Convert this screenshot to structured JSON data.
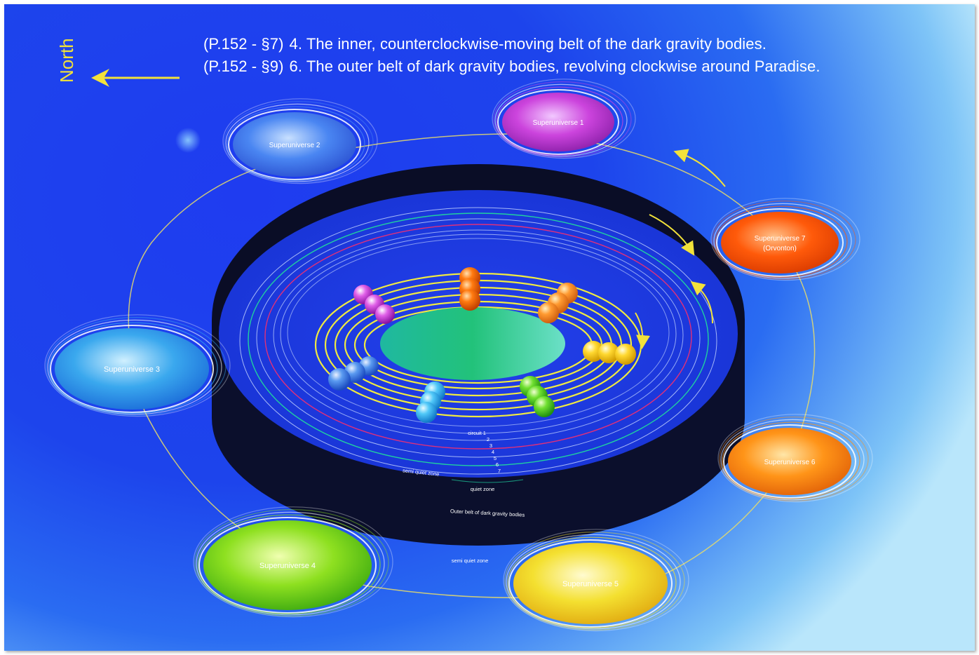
{
  "captions": [
    {
      "ref": "(P.152 - §7)",
      "text": "4. The inner, counterclockwise-moving belt of the dark gravity bodies."
    },
    {
      "ref": "(P.152 - §9)",
      "text": "6. The outer belt of dark gravity bodies, revolving clockwise around Paradise."
    }
  ],
  "compass": {
    "label": "North",
    "icon": "arrow-left-icon",
    "color": "#f2e23a"
  },
  "superuniverses": [
    {
      "label": "Superuniverse 1",
      "color": "#cc44dd"
    },
    {
      "label": "Superuniverse 2",
      "color": "#4a86f2"
    },
    {
      "label": "Superuniverse 3",
      "color": "#3aa8ee"
    },
    {
      "label": "Superuniverse 4",
      "color": "#8ee020"
    },
    {
      "label": "Superuniverse 5",
      "color": "#f4e030"
    },
    {
      "label": "Superuniverse 6",
      "color": "#ff9418"
    },
    {
      "label": "Superuniverse 7",
      "sublabel": "(Orvonton)",
      "color": "#ff5a0a"
    }
  ],
  "zones": {
    "circuit_1": "circuit 1",
    "circuit_numbers": [
      "2",
      "3",
      "4",
      "5",
      "6",
      "7"
    ],
    "semi_quiet_inner": "semi quiet zone",
    "quiet": "quiet zone",
    "outer_belt": "Outer belt of dark gravity bodies",
    "semi_quiet_outer": "semi quiet zone"
  },
  "colors": {
    "background": "#1d44ec",
    "belt": "#0b0f2c",
    "paradise": "#1ec986",
    "circuits": "#f0ea40",
    "orbit_line": "#e8dc6a"
  }
}
